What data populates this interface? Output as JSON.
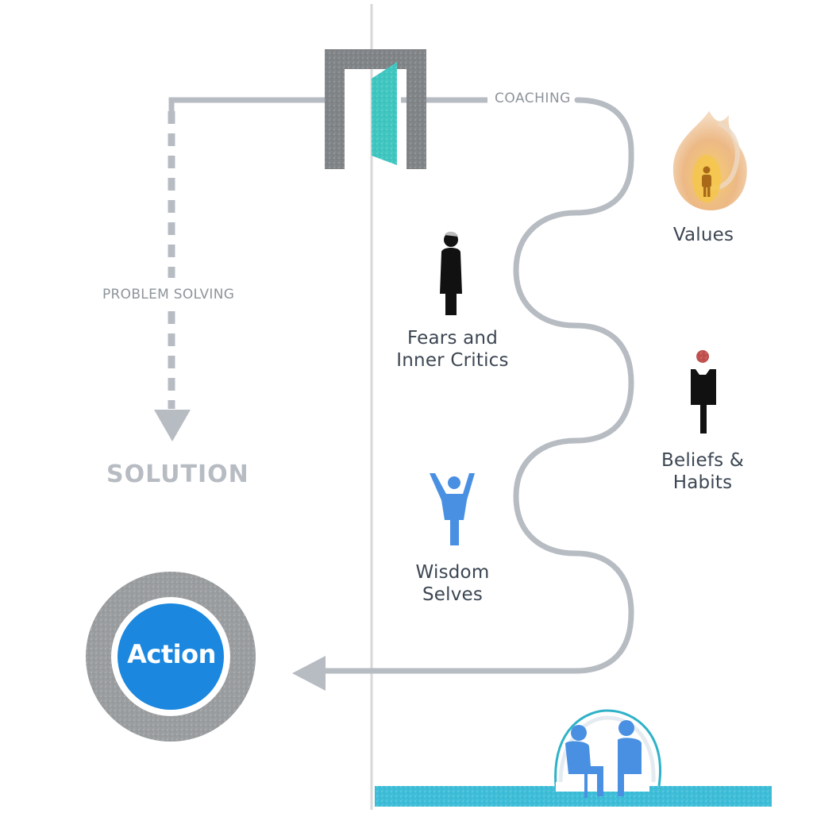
{
  "labels": {
    "coaching": "COACHING",
    "problem_solving": "PROBLEM SOLVING",
    "solution": "SOLUTION",
    "action": "Action"
  },
  "captions": {
    "values": "Values",
    "fears_line1": "Fears and",
    "fears_line2": "Inner Critics",
    "beliefs_line1": "Beliefs &",
    "beliefs_line2": "Habits",
    "wisdom_line1": "Wisdom",
    "wisdom_line2": "Selves"
  },
  "colors": {
    "path_gray": "#b7bcc3",
    "door_frame": "#808487",
    "door_panel": "#3fc6c0",
    "action_blue": "#1b87de",
    "figure_blue": "#4a90e2",
    "figure_black": "#111111",
    "flame_orange": "#e8a24a",
    "water_cyan": "#3dbdd8"
  },
  "icons": {
    "door": "doorway-icon",
    "values": "flame-person-icon",
    "fears": "standing-person-icon",
    "beliefs": "bell-headed-person-icon",
    "wisdom": "arms-raised-person-icon",
    "coaching_session": "two-seated-people-icon"
  }
}
